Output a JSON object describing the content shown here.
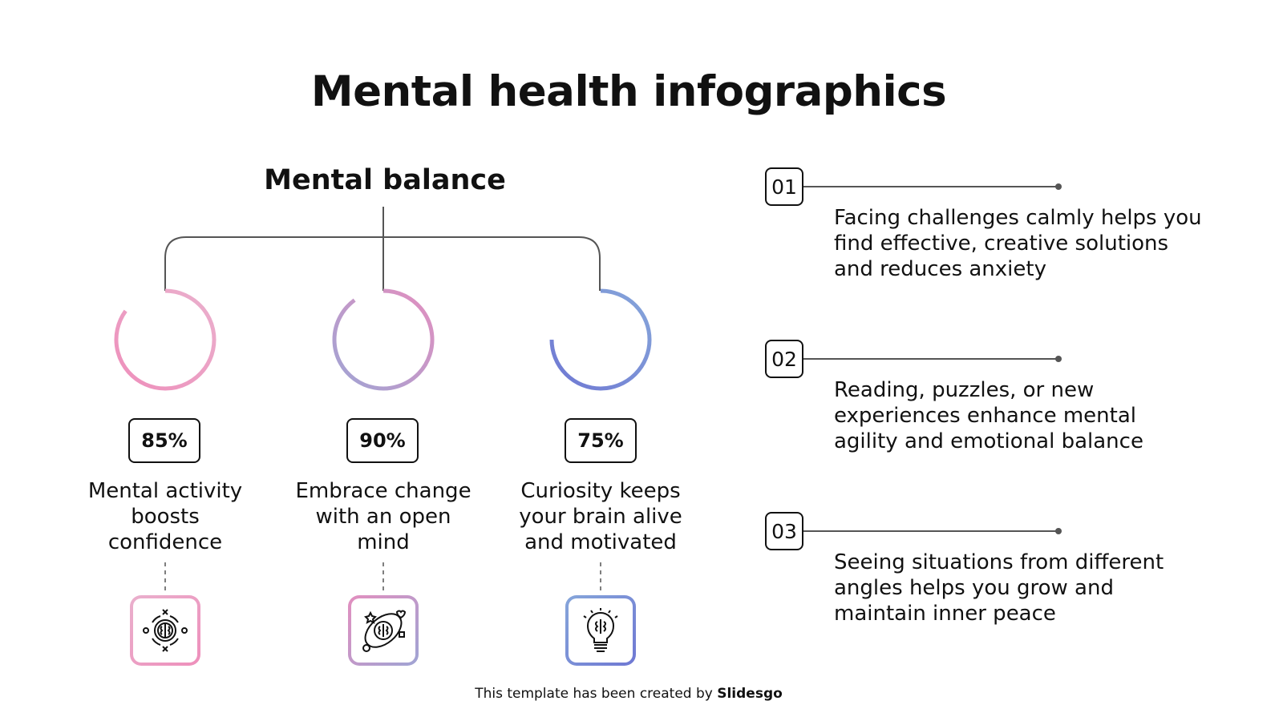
{
  "title": "Mental health infographics",
  "subtitle": "Mental balance",
  "colors": {
    "pink": "#ee8fbb",
    "pink_light": "#eab0cd",
    "purple": "#b39bd0",
    "lavender": "#9fa4d4",
    "blue": "#7a8bd6",
    "indigo": "#6f78d3",
    "connector": "#555555"
  },
  "stats": [
    {
      "value": "85%",
      "progress": 85,
      "description": "Mental activity boosts confidence",
      "icon": "brain-cycle-icon"
    },
    {
      "value": "90%",
      "progress": 90,
      "description": "Embrace change with an open mind",
      "icon": "brain-orbit-icon"
    },
    {
      "value": "75%",
      "progress": 75,
      "description": "Curiosity keeps your brain alive and motivated",
      "icon": "brain-lightbulb-icon"
    }
  ],
  "points": [
    {
      "number": "01",
      "text": "Facing challenges calmly helps you find effective, creative solutions and reduces anxiety"
    },
    {
      "number": "02",
      "text": "Reading, puzzles, or new experiences enhance mental agility and emotional balance"
    },
    {
      "number": "03",
      "text": "Seeing situations from different angles helps you grow and maintain inner peace"
    }
  ],
  "footer": {
    "prefix": "This template has been created by ",
    "brand": "Slidesgo"
  }
}
